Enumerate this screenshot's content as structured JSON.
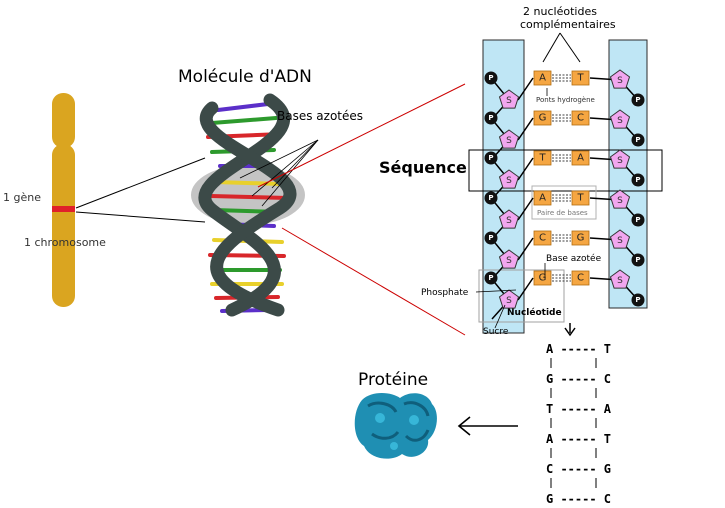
{
  "labels": {
    "molecule_title": "Molécule d'ADN",
    "bases_azotees": "Bases azotées",
    "gene": "1 gène",
    "chromosome": "1 chromosome",
    "sequence": "Séquence",
    "complementary_line1": "2 nucléotides",
    "complementary_line2": "complémentaires",
    "ponts": "Ponts hydrogène",
    "paire": "Paire de bases",
    "base_azotee": "Base azotée",
    "phosphate": "Phosphate",
    "nucleotide": "Nucléotide",
    "sucre": "Sucre",
    "proteine": "Protéine"
  },
  "ladder": {
    "phosphate_letter": "P",
    "sugar_letter": "S",
    "rows": [
      {
        "left": "A",
        "right": "T"
      },
      {
        "left": "G",
        "right": "C"
      },
      {
        "left": "T",
        "right": "A"
      },
      {
        "left": "A",
        "right": "T"
      },
      {
        "left": "C",
        "right": "G"
      },
      {
        "left": "G",
        "right": "C"
      }
    ]
  },
  "sequence_lines": [
    "A ----- T",
    "G ----- C",
    "T ----- A",
    "A ----- T",
    "C ----- G",
    "G ----- C"
  ],
  "colors": {
    "chromosome": "#daa520",
    "gene_band": "#e0202a",
    "strand_fill": "#bfe6f5",
    "sugar": "#f1a6ef",
    "base": "#f5a642",
    "helix_backbone": "#3c4a48",
    "protein": "#1f8fb3",
    "pointer_red": "#cc0000"
  }
}
